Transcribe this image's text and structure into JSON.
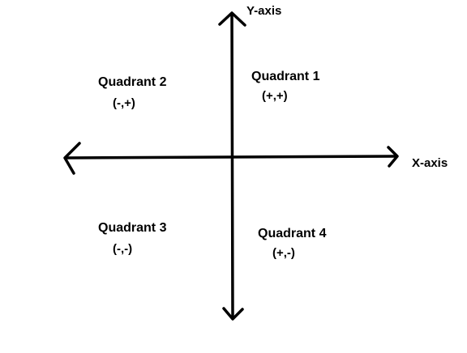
{
  "axes": {
    "x_label": "X-axis",
    "y_label": "Y-axis",
    "stroke_color": "#000000"
  },
  "quadrants": [
    {
      "title": "Quadrant 1",
      "signs": "(+,+)"
    },
    {
      "title": "Quadrant 2",
      "signs": "(-,+)"
    },
    {
      "title": "Quadrant 3",
      "signs": "(-,-)"
    },
    {
      "title": "Quadrant 4",
      "signs": "(+,-)"
    }
  ]
}
